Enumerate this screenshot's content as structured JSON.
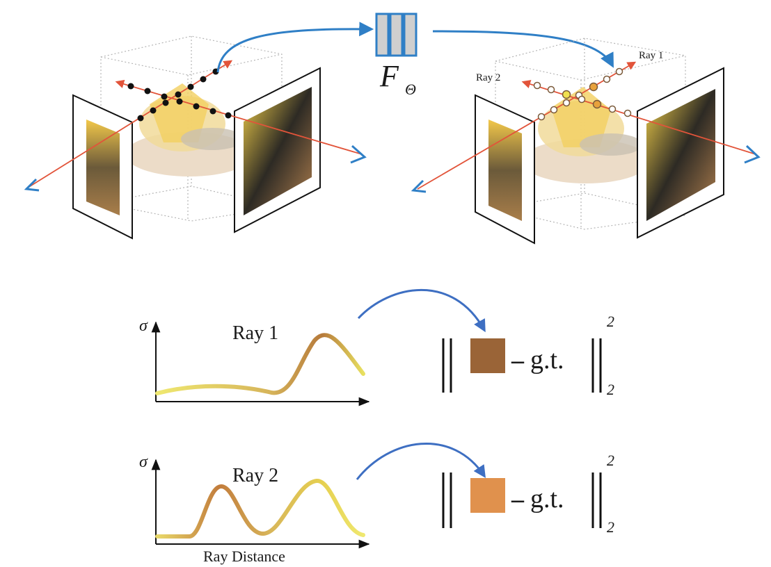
{
  "network": {
    "symbol": "F",
    "subscript": "Θ"
  },
  "ray_labels": {
    "ray1": "Ray 1",
    "ray2": "Ray 2"
  },
  "plots": [
    {
      "title": "Ray 1",
      "y_axis": "σ",
      "x_axis": "",
      "rendered_color": "#9a6437"
    },
    {
      "title": "Ray 2",
      "y_axis": "σ",
      "x_axis": "Ray Distance",
      "rendered_color": "#e0914d"
    }
  ],
  "loss": {
    "minus": "–",
    "gt": "g.t.",
    "sup": "2",
    "sub": "2"
  },
  "colors": {
    "ray": "#e2543a",
    "arrow_blue": "#2f7fc6",
    "curve_blue": "#3e6fc2",
    "sample_filled": "#111111",
    "curve_start": "#efe870",
    "curve_peak": "#b67a3b"
  }
}
